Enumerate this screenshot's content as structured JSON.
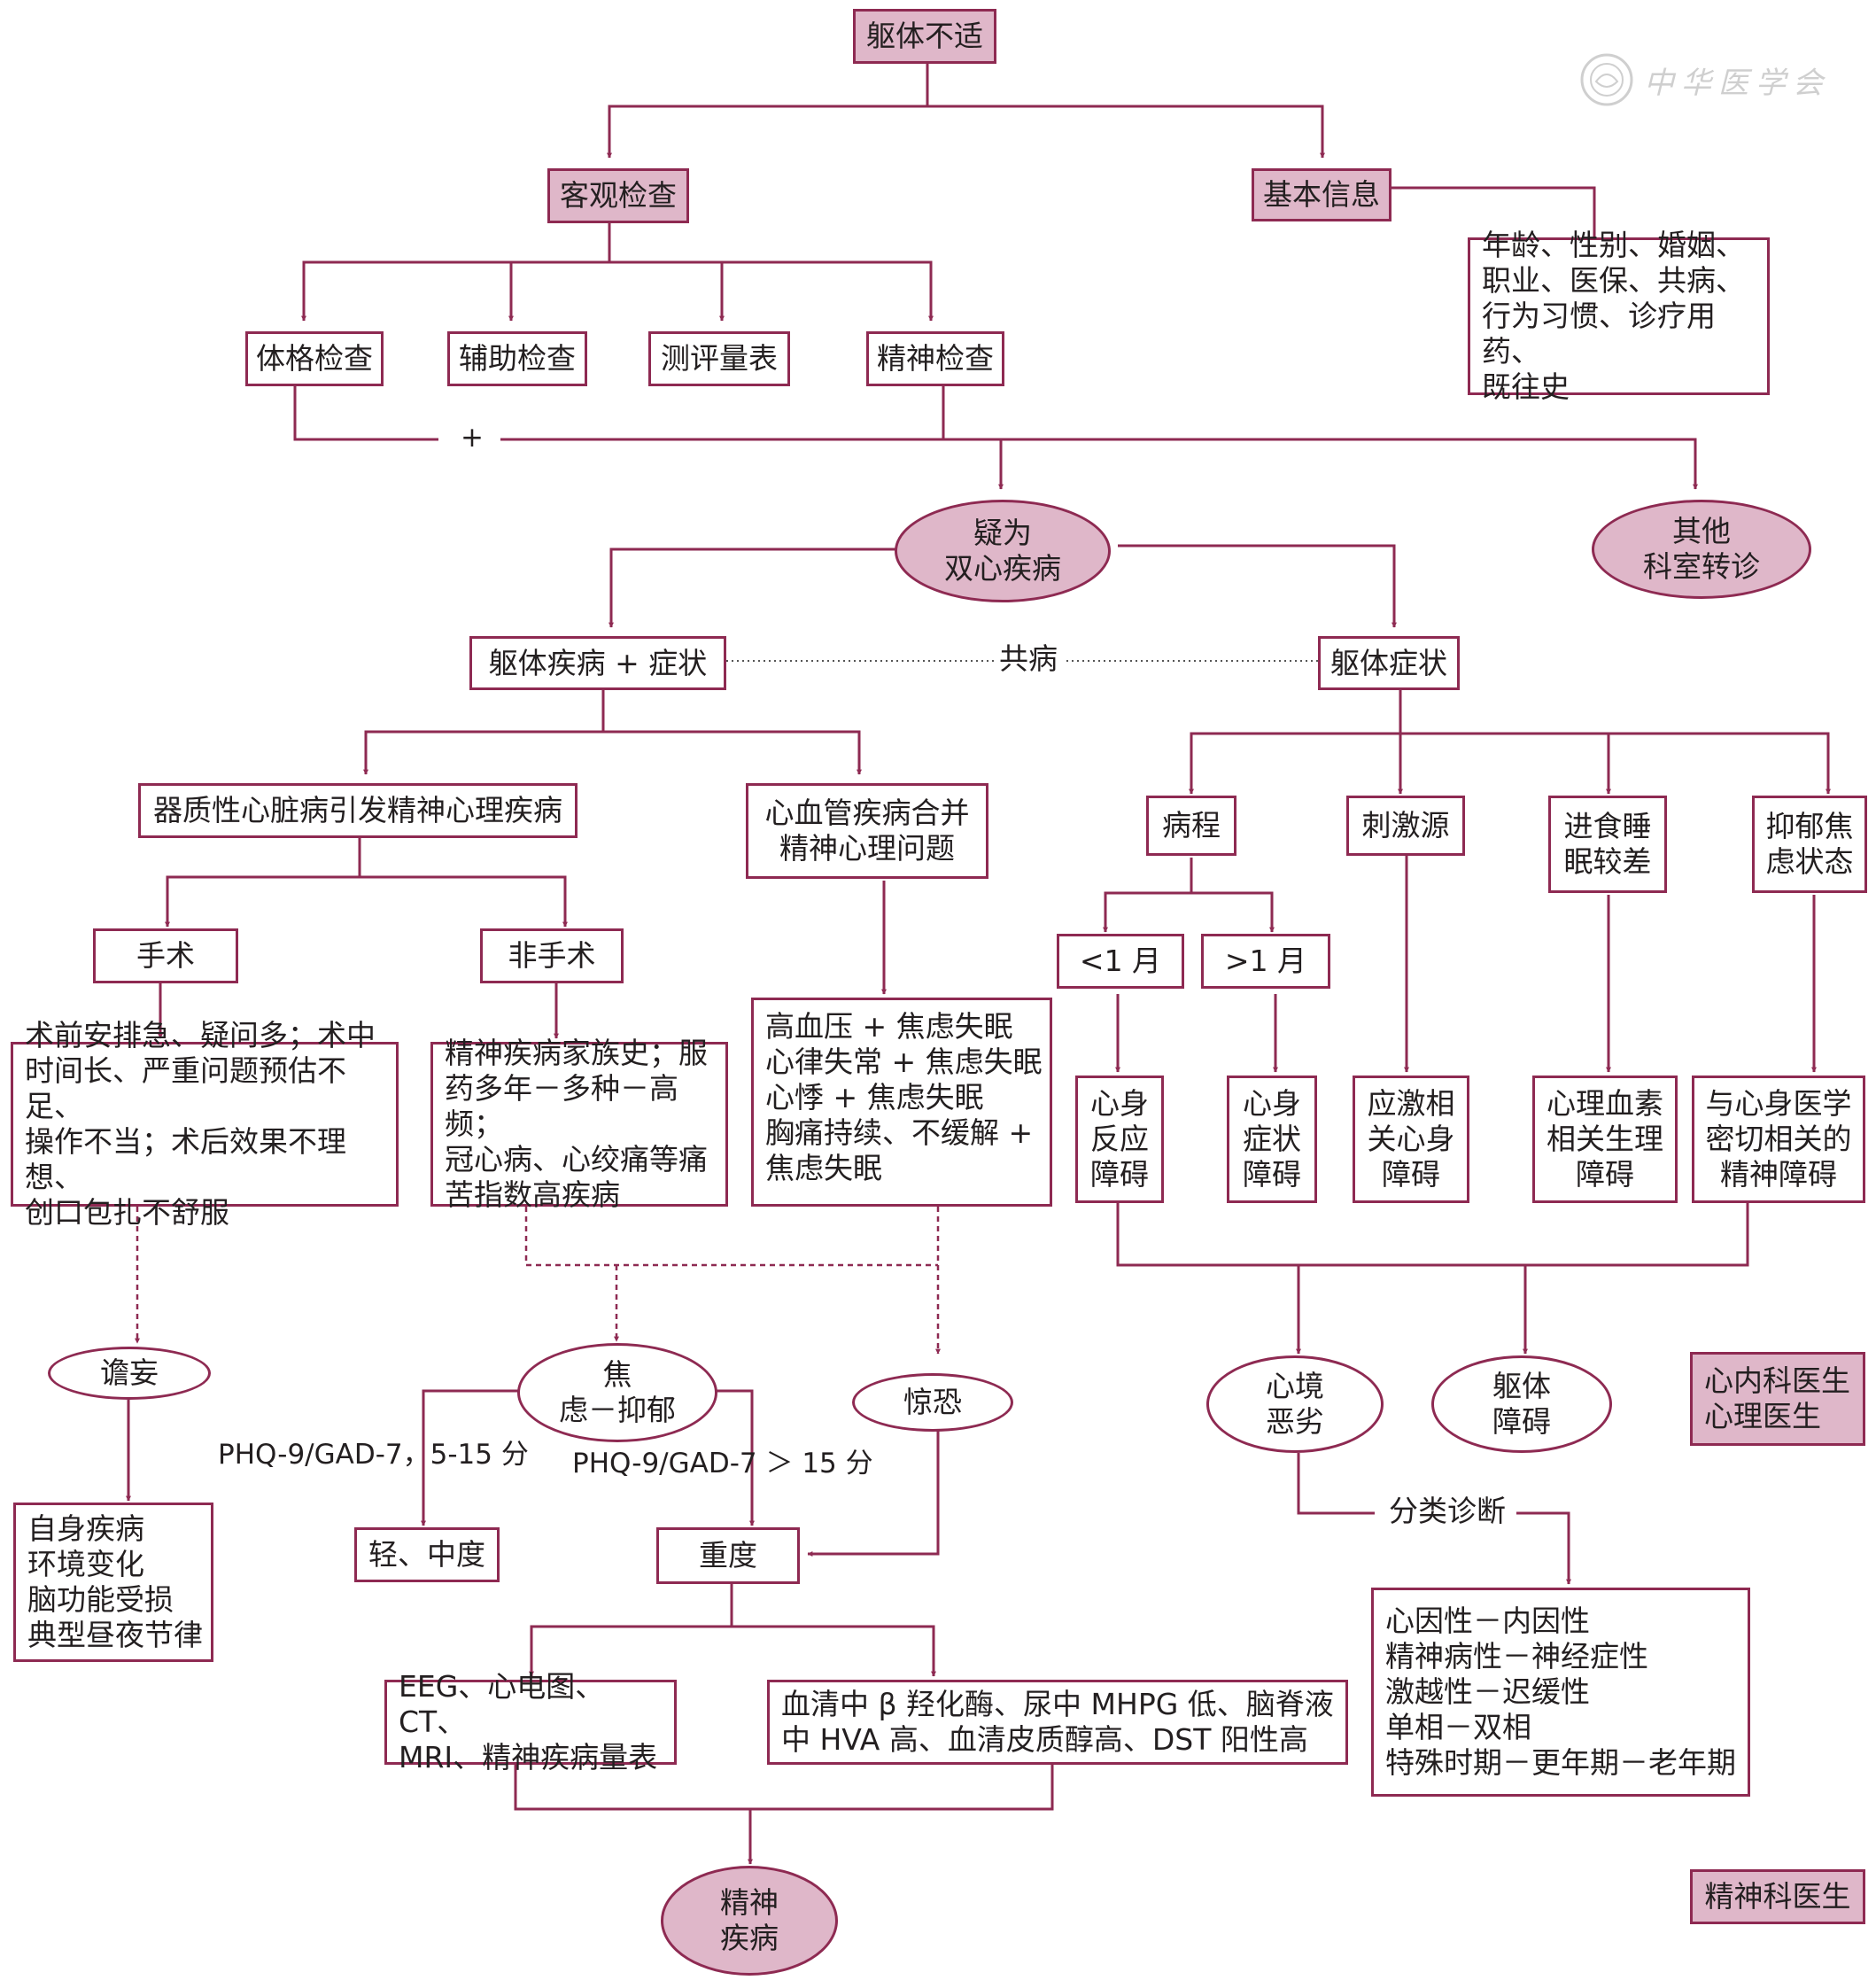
{
  "nodes": {
    "root": "躯体不适",
    "objective_exam": "客观检查",
    "basic_info": "基本信息",
    "basic_info_detail": "年龄、性别、婚姻、\n职业、医保、共病、\n行为习惯、诊疗用药、\n既往史",
    "physical_exam": "体格检查",
    "aux_exam": "辅助检查",
    "rating_scale": "测评量表",
    "mental_exam": "精神检查",
    "suspected_dual_heart": "疑为\n双心疾病",
    "other_referral": "其他\n科室转诊",
    "somatic_disease_symptom": "躯体疾病 + 症状",
    "somatic_symptom": "躯体症状",
    "organic_heart_disease": "器质性心脏病引发精神心理疾病",
    "cv_with_mental": "心血管疾病合并\n精神心理问题",
    "surgery": "手术",
    "non_surgery": "非手术",
    "surgery_detail": "术前安排急、疑问多；术中\n时间长、严重问题预估不足、\n操作不当；术后效果不理想、\n创口包扎不舒服",
    "non_surgery_detail": "精神疾病家族史；服\n药多年－多种－高频；\n冠心病、心绞痛等痛\n苦指数高疾病",
    "cv_detail": "高血压 + 焦虑失眠\n心律失常 + 焦虑失眠\n心悸 + 焦虑失眠\n胸痛持续、不缓解 +\n焦虑失眠",
    "delirium": "谵妄",
    "delirium_causes": "自身疾病\n环境变化\n脑功能受损\n典型昼夜节律",
    "anxiety_depression": "焦\n虑－抑郁",
    "panic": "惊恐",
    "mild_moderate": "轻、中度",
    "severe": "重度",
    "eeg_tests": "EEG、心电图、CT、\nMRI、精神疾病量表",
    "biomarkers": "血清中 β 羟化酶、尿中 MHPG 低、脑脊液\n中 HVA 高、血清皮质醇高、DST 阳性高",
    "mental_illness": "精神\n疾病",
    "course": "病程",
    "stressor": "刺激源",
    "eating_sleep": "进食睡\n眠较差",
    "dep_anx_state": "抑郁焦\n虑状态",
    "lt1m": "<1 月",
    "gt1m": ">1 月",
    "psychosomatic_reaction": "心身\n反应\n障碍",
    "psychosomatic_symptom": "心身\n症状\n障碍",
    "stress_related": "应激相\n关心身\n障碍",
    "psycho_hormone": "心理血素\n相关生理\n障碍",
    "psychosomatic_related": "与心身医学\n密切相关的\n精神障碍",
    "mood_disorder": "心境\n恶劣",
    "somatic_disorder": "躯体\n障碍",
    "classification_detail": "心因性－内因性\n精神病性－神经症性\n激越性－迟缓性\n单相－双相\n特殊时期－更年期－老年期",
    "cardio_psych_doctor": "心内科医生\n心理医生",
    "psychiatrist": "精神科医生"
  },
  "labels": {
    "plus": "+",
    "comorbidity": "共病",
    "phq_mild": "PHQ-9/GAD-7，5-15 分",
    "phq_severe": "PHQ-9/GAD-7 ＞ 15 分",
    "classification_dx": "分类诊断"
  },
  "watermark": "中华医学会",
  "colors": {
    "stroke": "#8e2a52",
    "fill": "#dfb7c9",
    "text": "#231f20"
  }
}
